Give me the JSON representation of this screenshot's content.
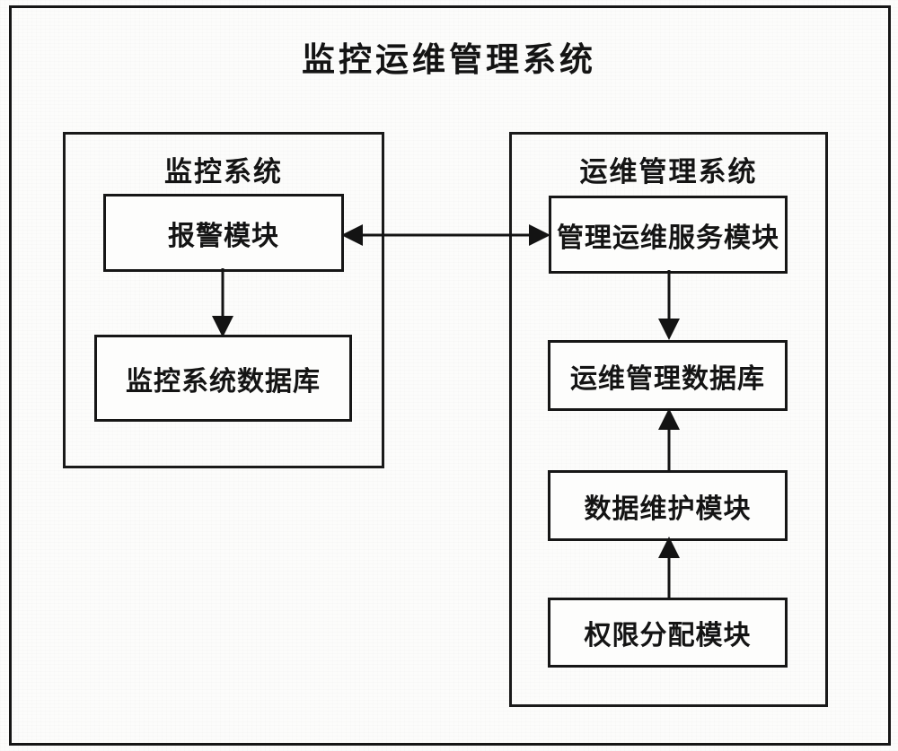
{
  "diagram": {
    "title": "监控运维管理系统",
    "monitoring_system": {
      "label": "监控系统",
      "alarm_module": "报警模块",
      "database": "监控系统数据库"
    },
    "ops_system": {
      "label": "运维管理系统",
      "service_module": "管理运维服务模块",
      "database": "运维管理数据库",
      "maintenance_module": "数据维护模块",
      "permission_module": "权限分配模块"
    },
    "connections": [
      {
        "from": "报警模块",
        "to": "监控系统数据库",
        "direction": "down"
      },
      {
        "from": "报警模块",
        "to": "管理运维服务模块",
        "direction": "bidirectional"
      },
      {
        "from": "管理运维服务模块",
        "to": "运维管理数据库",
        "direction": "down"
      },
      {
        "from": "数据维护模块",
        "to": "运维管理数据库",
        "direction": "up"
      },
      {
        "from": "权限分配模块",
        "to": "数据维护模块",
        "direction": "up"
      }
    ],
    "colors": {
      "line": "#161616",
      "background": "#fcfcfb",
      "text": "#141414"
    }
  }
}
